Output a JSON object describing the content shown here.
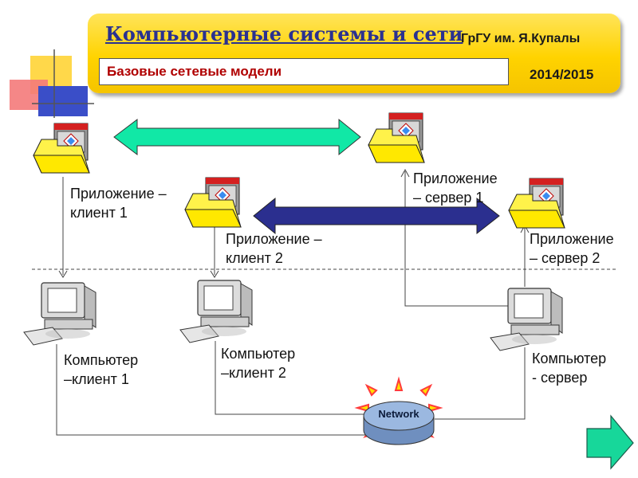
{
  "header": {
    "title": "Компьютерные системы и сети",
    "university": "ГрГУ им. Я.Купалы",
    "subtitle": "Базовые сетевые модели",
    "year": "2014/2015"
  },
  "nodes": {
    "app_client_1": {
      "line1": "Приложение –",
      "line2": "клиент 1"
    },
    "app_client_2": {
      "line1": "Приложение –",
      "line2": "клиент 2"
    },
    "app_server_1": {
      "line1": "Приложение",
      "line2": "– сервер 1"
    },
    "app_server_2": {
      "line1": "Приложение",
      "line2": "– сервер 2"
    },
    "pc_client_1": {
      "line1": "Компьютер",
      "line2": "–клиент 1"
    },
    "pc_client_2": {
      "line1": "Компьютер",
      "line2": "–клиент 2"
    },
    "pc_server": {
      "line1": "Компьютер",
      "line2": "- сервер"
    }
  },
  "network": {
    "label": "Network"
  },
  "colors": {
    "banner": "#ffd300",
    "title": "#2a3190",
    "subtitle": "#b00000",
    "arrow_top": "#11e8a6",
    "arrow_middle": "#2b2f8f",
    "next_arrow": "#17d79a",
    "network_disk": "#8faed4"
  },
  "icons": {
    "application": "application-folder-icon",
    "computer": "computer-icon",
    "network": "network-hub-icon",
    "next": "next-slide-arrow-icon"
  }
}
